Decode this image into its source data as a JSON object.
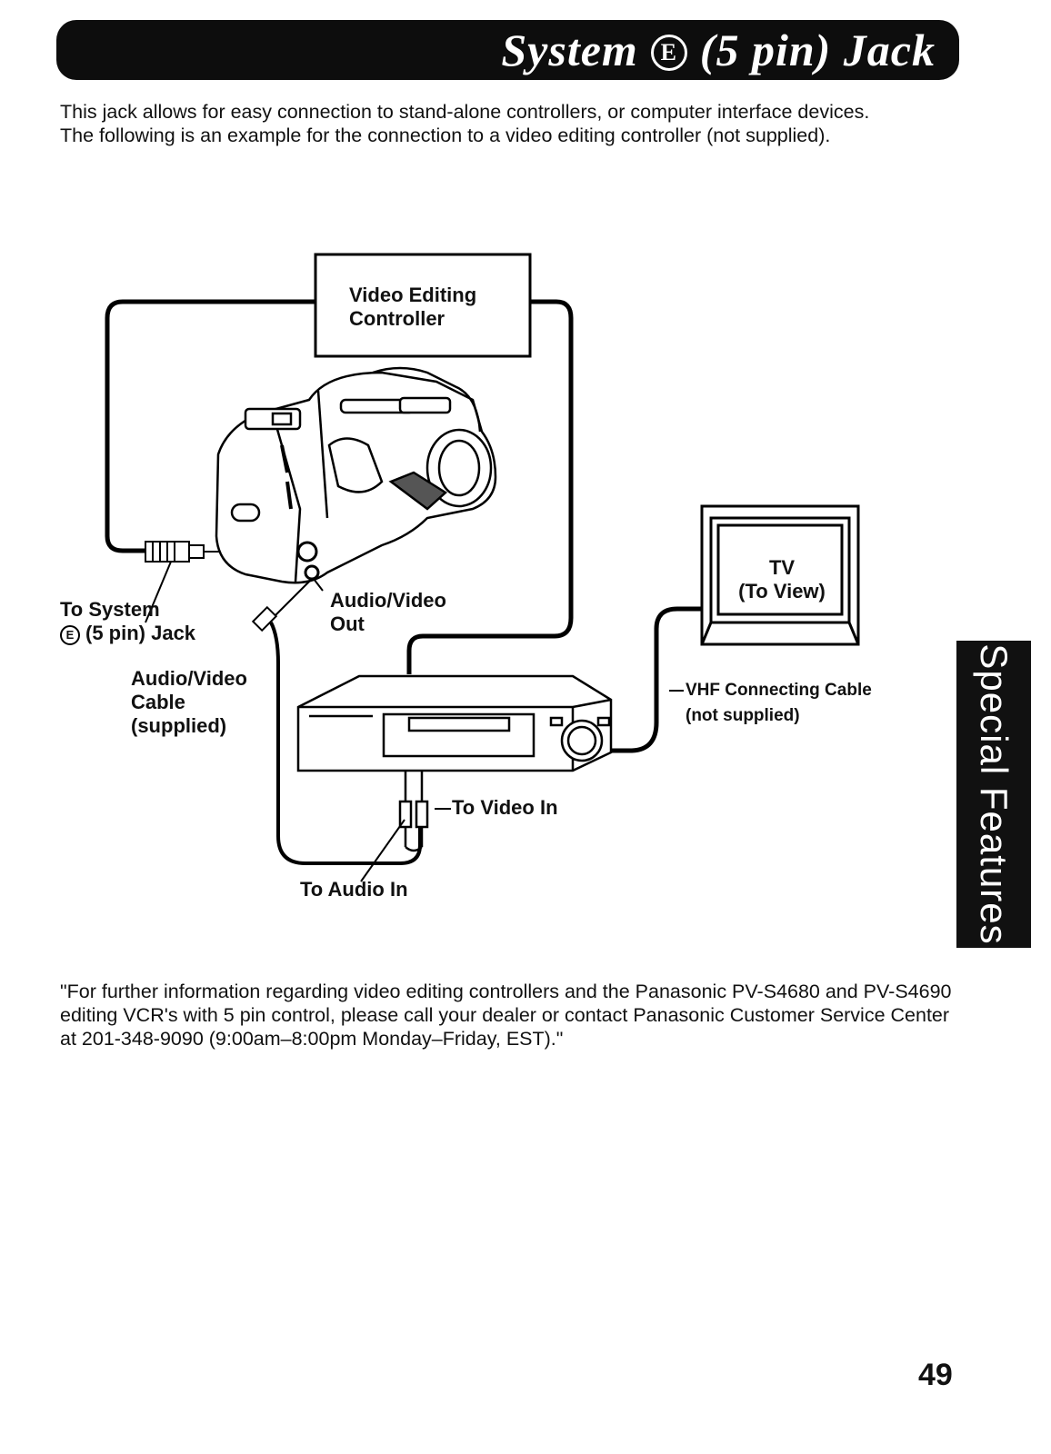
{
  "title": {
    "text_before": "System",
    "circle_letter": "E",
    "text_after": "(5 pin) Jack"
  },
  "intro": {
    "line1": "This jack allows for easy connection to stand-alone controllers, or computer interface devices.",
    "line2": "The following is an example for the connection to a video editing controller (not supplied)."
  },
  "diagram": {
    "controller_box": [
      "Video Editing",
      "Controller"
    ],
    "tv_box": [
      "TV",
      "(To View)"
    ],
    "to_system_jack": [
      "To System",
      "(5 pin) Jack"
    ],
    "system_circle_letter": "E",
    "av_out": [
      "Audio/Video",
      "Out"
    ],
    "av_cable": [
      "Audio/Video",
      "Cable",
      "(supplied)"
    ],
    "vhf_cable": [
      "VHF Connecting Cable",
      "(not supplied)"
    ],
    "to_video_in": "To Video In",
    "to_audio_in": "To Audio In"
  },
  "side_tab": "Special Features",
  "footnote": "\"For further information regarding video editing controllers and the Panasonic PV-S4680 and PV-S4690 editing VCR's with 5 pin control, please call your dealer or contact Panasonic Customer Service Center at 201-348-9090 (9:00am–8:00pm Monday–Friday, EST).\"",
  "page_number": "49"
}
